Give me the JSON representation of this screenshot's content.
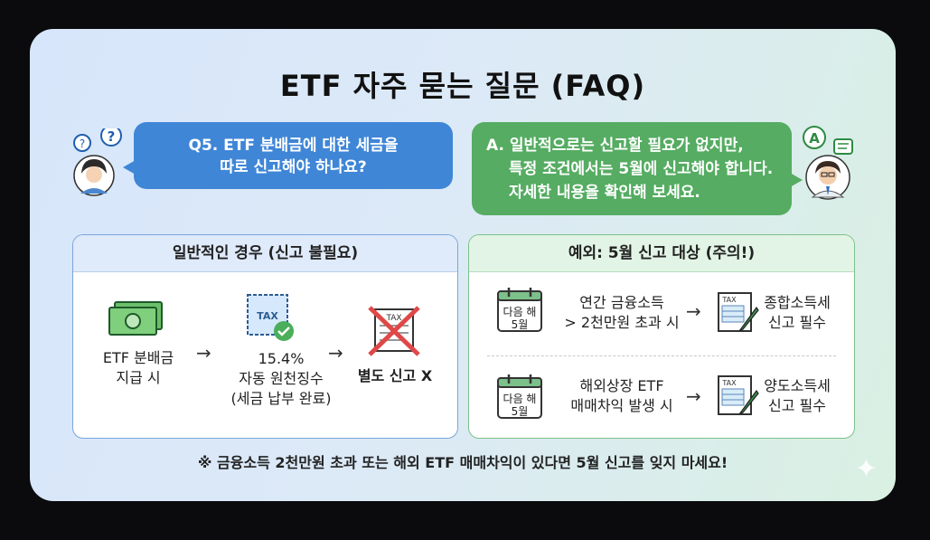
{
  "title": "ETF 자주 묻는 질문 (FAQ)",
  "question": {
    "line1": "Q5. ETF 분배금에 대한 세금을",
    "line2": "따로 신고해야 하나요?"
  },
  "answer": {
    "line1": "A. 일반적으로는 신고할 필요가 없지만,",
    "line2": "특정 조건에서는 5월에 신고해야 합니다.",
    "line3": "자세한 내용을 확인해 보세요."
  },
  "left_panel": {
    "heading": "일반적인 경우 (신고 불필요)",
    "step1_l1": "ETF 분배금",
    "step1_l2": "지급 시",
    "step2_l1": "15.4%",
    "step2_l2": "자동 원천징수",
    "step2_l3": "(세금 납부 완료)",
    "step3": "별도 신고 X",
    "arrow": "→",
    "tax_label": "TAX"
  },
  "right_panel": {
    "heading": "예외: 5월 신고 대상 (주의!)",
    "cal_l1": "다음 해",
    "cal_l2": "5월",
    "row1_cond_l1": "연간 금융소득",
    "row1_cond_l2": "> 2천만원 초과 시",
    "row1_result_l1": "종합소득세",
    "row1_result_l2": "신고 필수",
    "row2_cond_l1": "해외상장 ETF",
    "row2_cond_l2": "매매차익 발생 시",
    "row2_result_l1": "양도소득세",
    "row2_result_l2": "신고 필수",
    "arrow": "→",
    "tax_label": "TAX"
  },
  "footer": "※ 금융소득 2천만원 초과 또는 해외 ETF 매매차익이 있다면 5월 신고를 잊지 마세요!",
  "colors": {
    "question_bubble": "#3f86d7",
    "answer_bubble": "#55ac62",
    "left_accent": "#7aa6d9",
    "right_accent": "#7cc08a"
  }
}
